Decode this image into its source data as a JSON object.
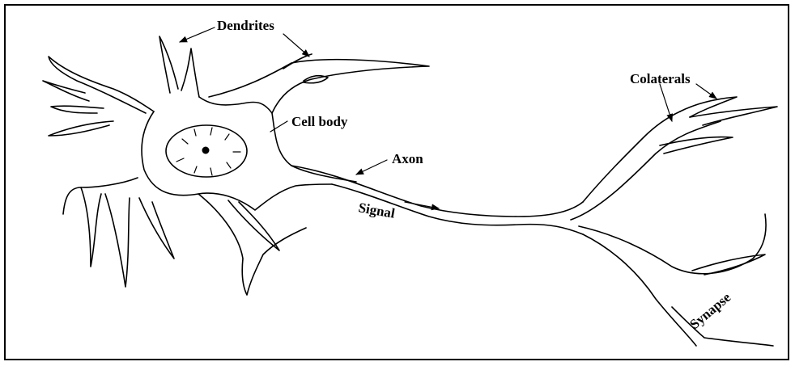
{
  "diagram": {
    "labels": {
      "dendrites": "Dendrites",
      "cell_body": "Cell body",
      "axon": "Axon",
      "signal": "Signal",
      "colaterals": "Colaterals",
      "synapse": "Synapse"
    },
    "colors": {
      "ink": "#000000",
      "background": "#ffffff"
    }
  }
}
